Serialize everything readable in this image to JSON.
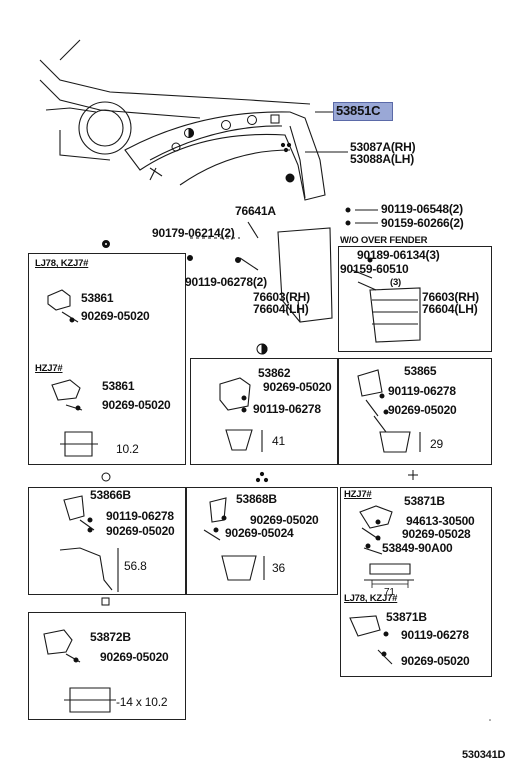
{
  "main_part": "53851C",
  "top_labels": {
    "p53087": "53087A(RH)",
    "p53088": "53088A(LH)",
    "p76641": "76641A",
    "p90119_06548": "90119-06548(2)",
    "p90159_60266": "90159-60266(2)",
    "wo_fender": "W/O OVER FENDER",
    "p90179": "90179-06214(2)",
    "p90189": "90189-06134(3)",
    "p90159_60510": "90159-60510",
    "p90119_06278_2": "90119-06278(2)",
    "p76603_a": "76603(RH)",
    "p76604_a": "76604(LH)",
    "p76603_b": "76603(RH)",
    "p76604_b": "76604(LH)",
    "qty3": "(3)"
  },
  "box_a": {
    "tag1": "LJ78, KZJ7#",
    "part1": "53861",
    "part1_bolt": "90269-05020",
    "tag2": "HZJ7#",
    "part2": "53861",
    "part2_bolt": "90269-05020",
    "dim": "10.2"
  },
  "box_b": {
    "part": "53862",
    "bolt1": "90269-05020",
    "bolt2": "90119-06278",
    "dim": "41"
  },
  "box_c": {
    "part": "53865",
    "bolt1": "90119-06278",
    "bolt2": "90269-05020",
    "dim": "29"
  },
  "box_d": {
    "part": "53866B",
    "bolt1": "90119-06278",
    "bolt2": "90269-05020",
    "dim": "56.8"
  },
  "box_e": {
    "part": "53868B",
    "bolt1": "90269-05020",
    "bolt2": "90269-05024",
    "dim": "36"
  },
  "box_f": {
    "tag1": "HZJ7#",
    "part1": "53871B",
    "bolt1": "94613-30500",
    "bolt2": "90269-05028",
    "bolt3": "53849-90A00",
    "dim": "71",
    "tag2": "LJ78, KZJ7#",
    "part2": "53871B",
    "bolt4": "90119-06278",
    "bolt5": "90269-05020"
  },
  "box_g": {
    "part": "53872B",
    "bolt": "90269-05020",
    "dim": "-14 x 10.2"
  },
  "catalog_code": "530341D"
}
